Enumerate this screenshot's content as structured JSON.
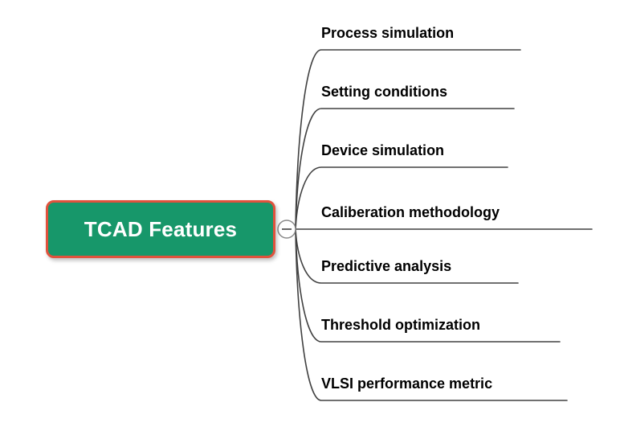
{
  "root_node": {
    "label": "TCAD Features"
  },
  "collapse_toggle": {
    "icon": "minus-icon",
    "symbol": "−"
  },
  "branches": [
    {
      "label": "Process simulation"
    },
    {
      "label": "Setting conditions"
    },
    {
      "label": "Device simulation"
    },
    {
      "label": "Caliberation methodology"
    },
    {
      "label": "Predictive analysis"
    },
    {
      "label": "Threshold optimization"
    },
    {
      "label": "VLSI performance metric"
    }
  ],
  "colors": {
    "node_fill": "#17976a",
    "node_border": "#e0523d",
    "node_text": "#ffffff",
    "connector_line": "#404040",
    "label_text": "#000000",
    "background": "#ffffff"
  }
}
